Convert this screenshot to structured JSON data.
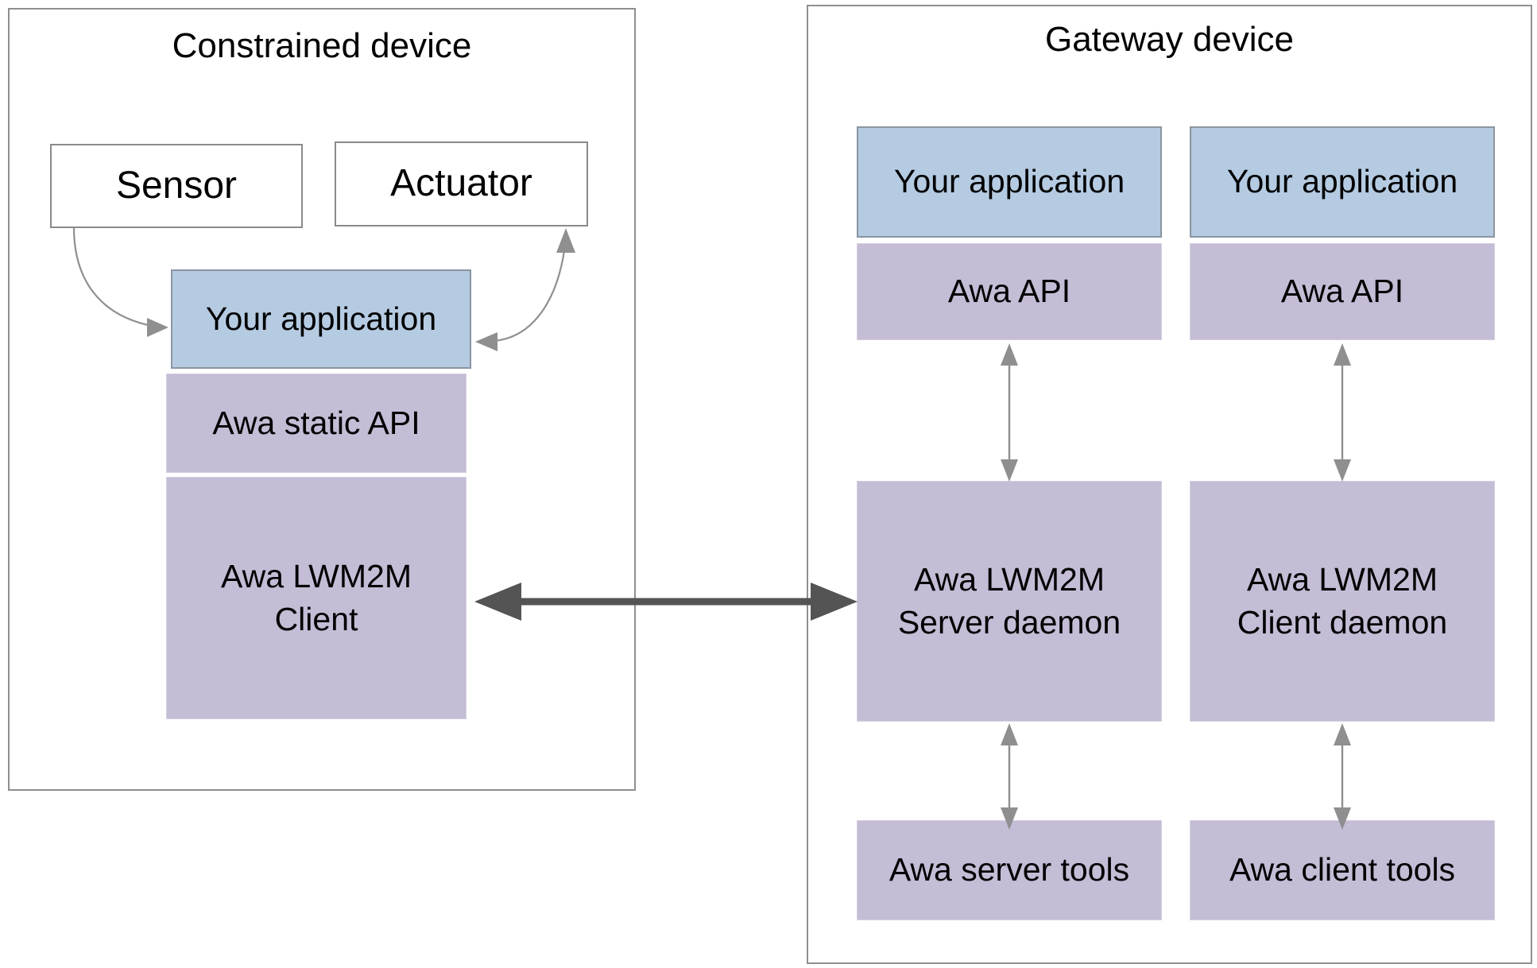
{
  "colors": {
    "background": "#ffffff",
    "panel_border": "#8f8f8f",
    "white_box_fill": "#ffffff",
    "white_box_border": "#8a8a8a",
    "blue_box_fill": "#b5cbe2",
    "blue_box_border": "#8a95a0",
    "purple_box_fill": "#c5bcd6",
    "thin_arrow": "#8f8f8f",
    "big_arrow": "#545454",
    "text": "#000000"
  },
  "constrained_device": {
    "title": "Constrained device",
    "sensor_label": "Sensor",
    "actuator_label": "Actuator",
    "application_label": "Your application",
    "static_api_label": "Awa static API",
    "client_line1": "Awa LWM2M",
    "client_line2": "Client"
  },
  "gateway_device": {
    "title": "Gateway device",
    "server_column": {
      "application_label": "Your application",
      "api_label": "Awa API",
      "daemon_line1": "Awa LWM2M",
      "daemon_line2": "Server daemon",
      "tools_label": "Awa server tools"
    },
    "client_column": {
      "application_label": "Your application",
      "api_label": "Awa API",
      "daemon_line1": "Awa LWM2M",
      "daemon_line2": "Client daemon",
      "tools_label": "Awa client tools"
    }
  }
}
